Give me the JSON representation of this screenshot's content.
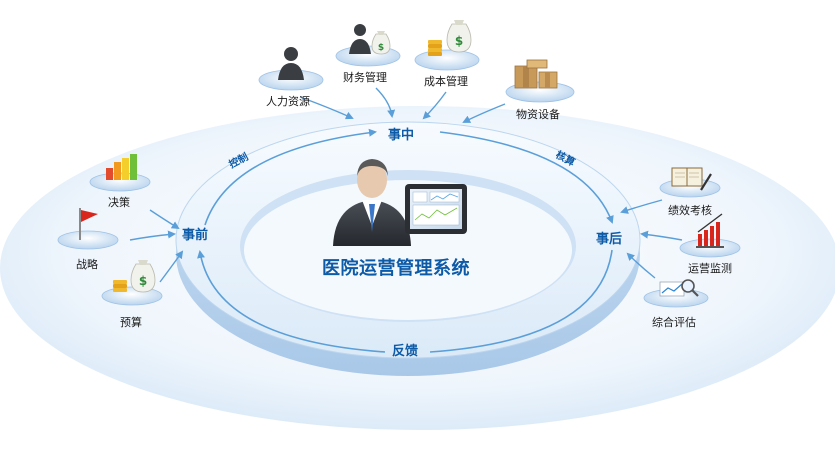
{
  "title": "医院运营管理系统",
  "stages": {
    "during": "事中",
    "before": "事前",
    "after": "事后",
    "feedback": "反馈"
  },
  "arcs": {
    "control": "控制",
    "accounting": "核算"
  },
  "items": {
    "human_resources": "人力资源",
    "finance": "财务管理",
    "cost": "成本管理",
    "materials": "物资设备",
    "decision": "决策",
    "strategy": "战略",
    "budget": "预算",
    "performance": "绩效考核",
    "monitoring": "运营监测",
    "evaluation": "综合评估"
  },
  "colors": {
    "accent": "#0d5aa7",
    "arrow": "#5b9fd9",
    "ring_light": "#eef5fc",
    "ring_mid": "#cfe3f6"
  }
}
